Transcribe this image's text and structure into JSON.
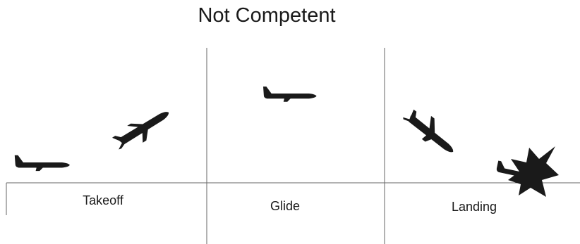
{
  "title": "Not Competent",
  "phases": [
    {
      "label": "Takeoff"
    },
    {
      "label": "Glide"
    },
    {
      "label": "Landing"
    }
  ],
  "colors": {
    "ink": "#1a1a1a",
    "line": "#666666",
    "background": "#ffffff"
  },
  "icons": [
    "airplane-icon",
    "crash-burst-icon"
  ]
}
